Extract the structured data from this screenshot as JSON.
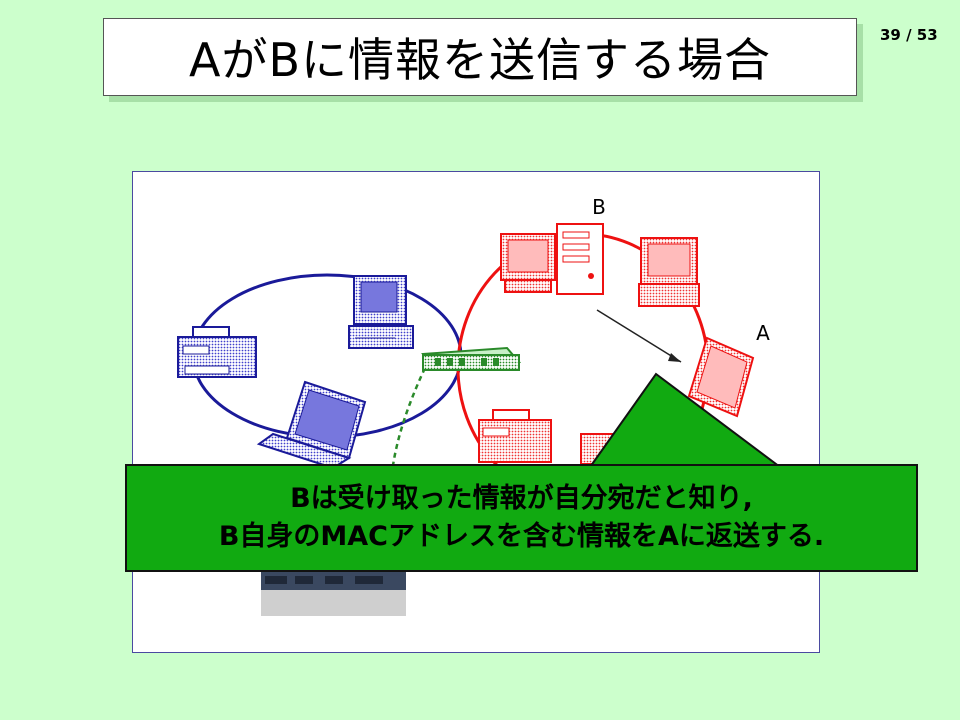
{
  "slide": {
    "title": "AがBに情報を送信する場合",
    "page_number": "39 / 53"
  },
  "diagram": {
    "label_b": "B",
    "label_a": "A"
  },
  "callout": {
    "line1": "Bは受け取った情報が自分宛だと知り,",
    "line2": "B自身のMACアドレスを含む情報をAに返送する."
  },
  "colors": {
    "background": "#ccffcc",
    "blue_network": "#1a1a99",
    "red_network": "#ee1111",
    "callout_fill": "#11aa11",
    "hub_green": "#2a8a2a"
  }
}
